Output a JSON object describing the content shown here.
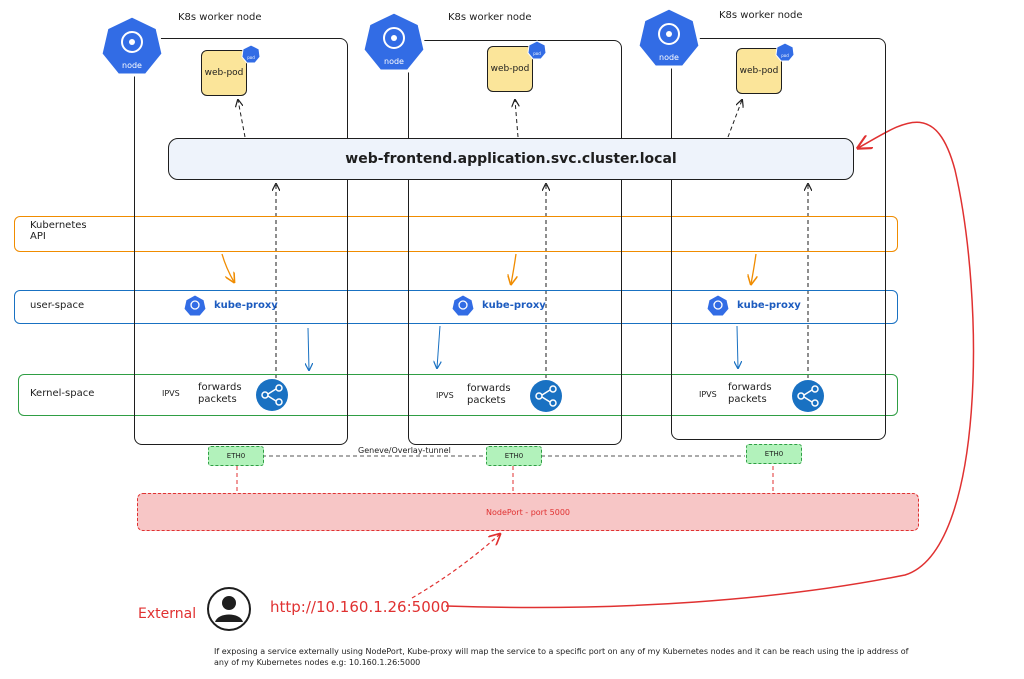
{
  "nodes": [
    {
      "title": "K8s worker node",
      "node_icon_label": "node",
      "pod_label": "web-pod",
      "pod_badge": "pod",
      "ipvs": "IPVS",
      "forwards": "forwards\npackets",
      "kube_proxy": "kube-proxy",
      "eth": "ETH0"
    },
    {
      "title": "K8s worker node",
      "node_icon_label": "node",
      "pod_label": "web-pod",
      "pod_badge": "pod",
      "ipvs": "IPVS",
      "forwards": "forwards\npackets",
      "kube_proxy": "kube-proxy",
      "eth": "ETH0"
    },
    {
      "title": "K8s worker node",
      "node_icon_label": "node",
      "pod_label": "web-pod",
      "pod_badge": "pod",
      "ipvs": "IPVS",
      "forwards": "forwards\npackets",
      "kube_proxy": "kube-proxy",
      "eth": "ETH0"
    }
  ],
  "service": "web-frontend.application.svc.cluster.local",
  "layers": {
    "kubernetes_api": "Kubernetes\nAPI",
    "user_space": "user-space",
    "kernel_space": "Kernel-space"
  },
  "tunnel_label": "Geneve/Overlay-tunnel",
  "nodeport_label": "NodePort - port 5000",
  "external_label": "External",
  "url": "http://10.160.1.26:5000",
  "note": "If exposing a service externally using NodePort, Kube-proxy will map the service to a specific port on any of my Kubernetes nodes and it can be reach using the ip address of any of my Kubernetes nodes e.g: 10.160.1.26:5000",
  "colors": {
    "api": "#f08c00",
    "user_space": "#1971c2",
    "kernel_space": "#2f9e44",
    "k8s_blue": "#326ce5",
    "pod": "#fbe59a",
    "eth": "#b2f2bb",
    "nodeport": "#f7c6c6",
    "external": "#e03131"
  }
}
